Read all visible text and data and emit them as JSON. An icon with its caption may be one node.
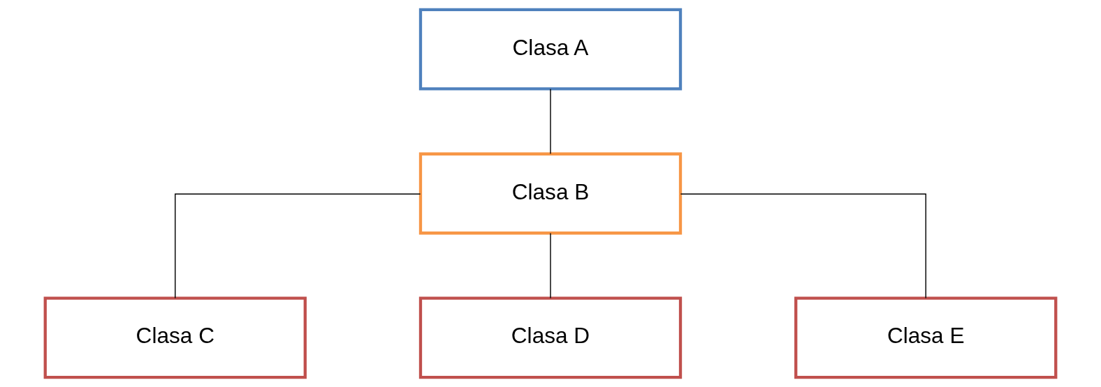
{
  "diagram": {
    "nodes": [
      {
        "text": [
          "Clasa A"
        ]
      },
      {
        "text": [
          "Clasa B"
        ]
      },
      {
        "text": [
          "Clasa C"
        ]
      },
      {
        "text": [
          "Clasa D"
        ]
      },
      {
        "text": [
          "Clasa E"
        ]
      }
    ],
    "edges": [
      {
        "from": 0,
        "to": 1,
        "arrow": "none"
      },
      {
        "from": 1,
        "to": 2,
        "arrow": "none"
      },
      {
        "from": 1,
        "to": 3,
        "arrow": "none"
      },
      {
        "from": 1,
        "to": 4,
        "arrow": "none"
      }
    ]
  }
}
